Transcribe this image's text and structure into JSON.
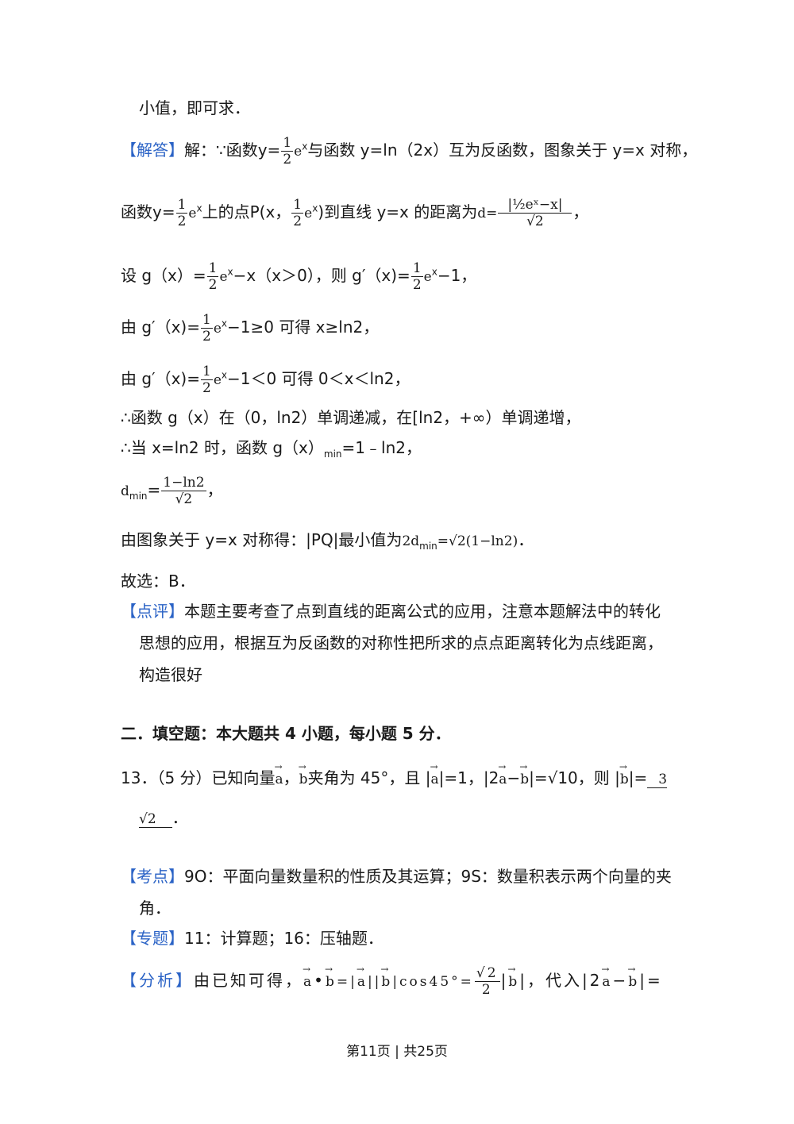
{
  "l1": "小值，即可求．",
  "sol": {
    "tag": "【解答】",
    "t1": "解：∵函数y=",
    "f_num": "1",
    "f_den": "2",
    "ex": "e",
    "sup": "x",
    "t2": "与函数 y=ln（2x）互为反函数，图象关于 y=x 对称，"
  },
  "l3": {
    "t1": "函数y=",
    "t2": "上的点P(x，",
    "t3": ")到直线 y=x 的距离为",
    "dpre": "d=",
    "d_num": "|½eˣ−x|",
    "d_den": "√2",
    "tail": "，"
  },
  "l4": {
    "t1": "设 g（x）=",
    "t2": "e",
    "sup1": "x",
    "t3": "−x（x＞0），则 g′（x)=",
    "t4": "e",
    "sup2": "x",
    "t5": "−1，"
  },
  "l5": {
    "t1": "由 g′（x)=",
    "t2": "e",
    "sup": "x",
    "t3": "−1≥0 可得 x≥ln2，"
  },
  "l6": {
    "t1": "由 g′（x)=",
    "t2": "e",
    "sup": "x",
    "t3": "−1＜0 可得 0＜x＜ln2，"
  },
  "l7": "∴函数 g（x）在（0，ln2）单调递减，在[ln2，+∞）单调递增，",
  "l8": {
    "t1": "∴当 x=ln2 时，函数 g（x）",
    "sub": "min",
    "t2": "=1﹣ln2，"
  },
  "l9": {
    "t1": "d",
    "sub": "min",
    "t2": "=",
    "num": "1−ln2",
    "den": "√2",
    "t3": "，"
  },
  "l10": {
    "t1": "由图象关于 y=x 对称得：|PQ|最小值为",
    "t2": "2d",
    "sub": "min",
    "t3": "=√2(1−ln2)",
    "t4": "．"
  },
  "l11": "故选：B．",
  "review": {
    "tag": "【点评】",
    "t1": "本题主要考查了点到直线的距离公式的应用，注意本题解法中的转化",
    "t2": "思想的应用，根据互为反函数的对称性把所求的点点距离转化为点线距离，",
    "t3": "构造很好"
  },
  "section": "二．填空题：本大题共 4 小题，每小题 5 分．",
  "q13": {
    "t1": "13．（5 分）已知向量",
    "a": "a",
    "sep": "，",
    "b": "b",
    "t2": "夹角为 45°，且 |",
    "t3": "|=1，|2",
    "t4": "−",
    "t5": "|=√10，则 |",
    "t6": "|=",
    "ans1": "3",
    "ans2": "√2",
    "t7": "．"
  },
  "kd": {
    "tag": "【考点】",
    "t1": "9O：平面向量数量积的性质及其运算；9S：数量积表示两个向量的夹",
    "t2": "角．"
  },
  "zt": {
    "tag": "【专题】",
    "t1": "11：计算题；16：压轴题．"
  },
  "fx": {
    "tag": "【分析】",
    "t1": "由已知可得，",
    "t2": "•",
    "t3": "=|",
    "t4": "||",
    "t5": "|cos45°=",
    "num": "√2",
    "den": "2",
    "t6": "|",
    "t7": "|，代入|2",
    "t8": "−",
    "t9": "|="
  },
  "footer": "第11页 | 共25页"
}
